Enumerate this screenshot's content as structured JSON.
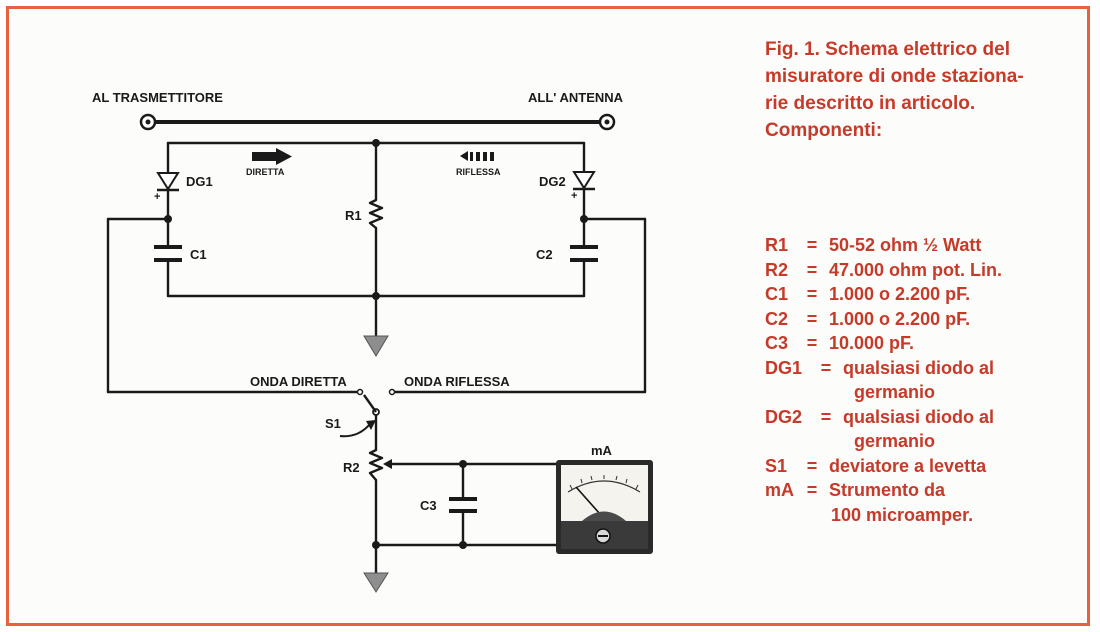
{
  "labels": {
    "transmitter": "AL TRASMETTITORE",
    "antenna": "ALL' ANTENNA",
    "direct_arrow": "DIRETTA",
    "reflected_arrow": "RIFLESSA",
    "dg1": "DG1",
    "dg2": "DG2",
    "r1": "R1",
    "c1": "C1",
    "c2": "C2",
    "direct_wave": "ONDA DIRETTA",
    "reflected_wave": "ONDA RIFLESSA",
    "s1": "S1",
    "r2": "R2",
    "c3": "C3",
    "meter_unit": "mA",
    "plus": "+"
  },
  "caption": {
    "line1": "Fig. 1.  Schema elettrico del",
    "line2": "misuratore di onde staziona-",
    "line3": "rie descritto in articolo.",
    "line4": "Componenti:"
  },
  "components": [
    {
      "ref": "R1",
      "eq": "=",
      "desc": "50-52 ohm ½ Watt"
    },
    {
      "ref": "R2",
      "eq": "=",
      "desc": "47.000 ohm pot. Lin."
    },
    {
      "ref": "C1",
      "eq": "=",
      "desc": "1.000 o 2.200 pF."
    },
    {
      "ref": "C2",
      "eq": "=",
      "desc": "1.000 o 2.200 pF."
    },
    {
      "ref": "C3",
      "eq": "=",
      "desc": "10.000 pF."
    },
    {
      "ref": "DG1",
      "eq": "=",
      "desc": "qualsiasi diodo al",
      "cont": "germanio"
    },
    {
      "ref": "DG2",
      "eq": "=",
      "desc": "qualsiasi diodo al",
      "cont": "germanio"
    },
    {
      "ref": "S1",
      "eq": "=",
      "desc": "deviatore a levetta"
    },
    {
      "ref": "mA",
      "eq": "=",
      "desc": "Strumento da",
      "cont": "100 microamper."
    }
  ],
  "colors": {
    "frame": "#e8613f",
    "caption_text": "#c63a2a",
    "wire": "#1a1a1a",
    "ground": "#9a9a9a"
  }
}
